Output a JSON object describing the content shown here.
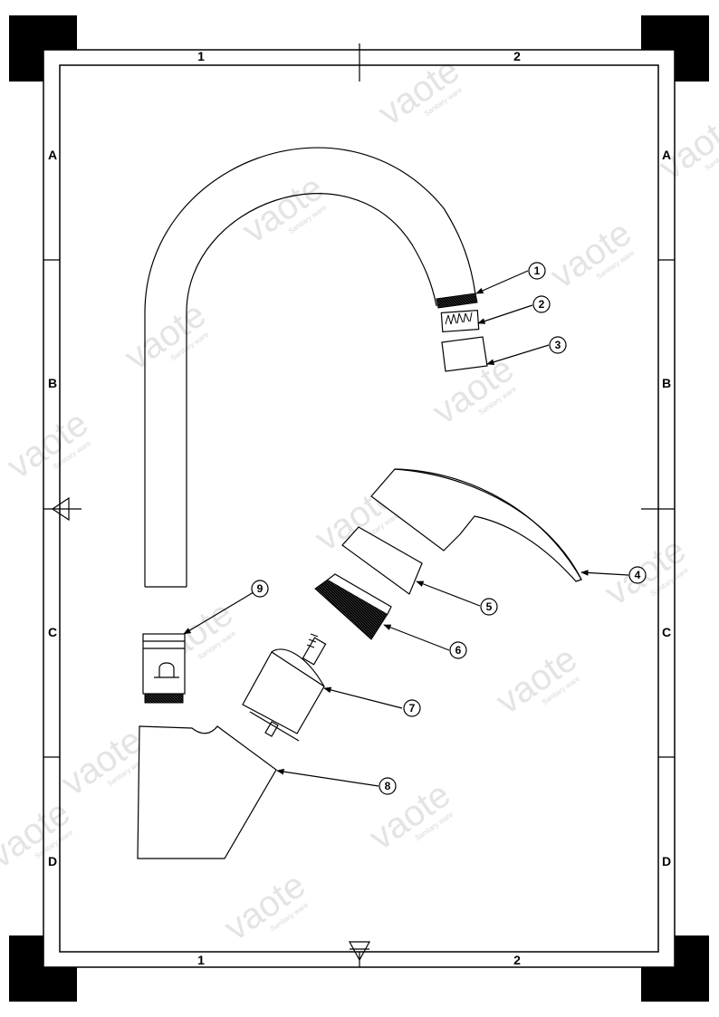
{
  "frame": {
    "columns": [
      "1",
      "2"
    ],
    "rows": [
      "A",
      "B",
      "C",
      "D"
    ]
  },
  "callouts": [
    "1",
    "2",
    "3",
    "4",
    "5",
    "6",
    "7",
    "8",
    "9"
  ],
  "watermark": {
    "brand": "vaote",
    "tagline": "Sanitary ware"
  }
}
